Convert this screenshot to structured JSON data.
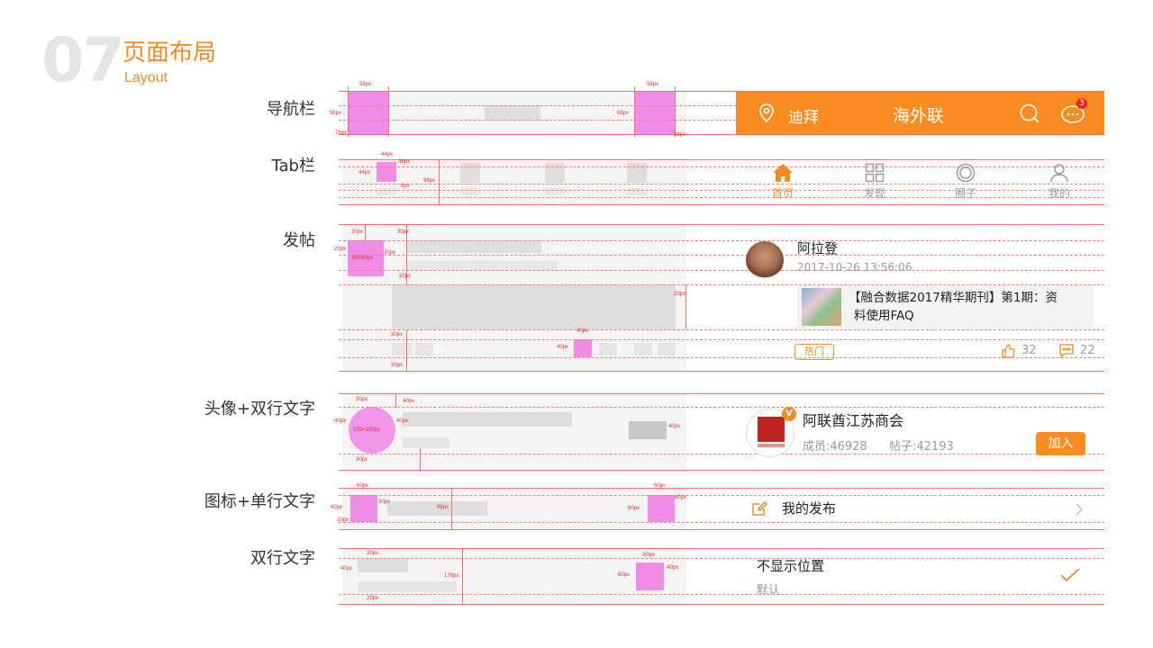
{
  "header": {
    "number": "07",
    "title": "页面布局",
    "subtitle": "Layout"
  },
  "row_labels": {
    "nav": "导航栏",
    "tab": "Tab栏",
    "post": "发帖",
    "avatar2": "头像+双行文字",
    "icon1": "图标+单行文字",
    "text2": "双行文字"
  },
  "nav": {
    "location": "迪拜",
    "title": "海外联",
    "badge": "3"
  },
  "tabs": [
    {
      "label": "首页"
    },
    {
      "label": "发现"
    },
    {
      "label": "圈子"
    },
    {
      "label": "我的"
    }
  ],
  "post": {
    "author": "阿拉登",
    "time": "2017-10-26 13:56:06",
    "article": "【融合数据2017精华期刊】第1期：资料使用FAQ",
    "article_line1": "【融合数据2017精华期刊】第1期：资",
    "article_line2": "料使用FAQ",
    "tag": "热门",
    "likes": "32",
    "comments": "22"
  },
  "group": {
    "name": "阿联酋江苏商会",
    "members": "成员:46928",
    "posts": "帖子:42193",
    "join": "加入"
  },
  "menu": {
    "label": "我的发布"
  },
  "setting": {
    "title": "不显示位置",
    "subtitle": "默认"
  },
  "dims": {
    "nav": [
      "58px",
      "58px",
      "98px",
      "78px",
      "68px",
      "28px"
    ],
    "tab": [
      "44px",
      "44px",
      "36px",
      "98px",
      "6px"
    ],
    "post": [
      "30px",
      "30px",
      "20px",
      "80×80px",
      "20px",
      "20px",
      "20px",
      "40px",
      "40px",
      "30px",
      "30px"
    ],
    "avatar": [
      "30px",
      "40px",
      "40px",
      "100×100px",
      "40px",
      "40px",
      "30px"
    ],
    "icon": [
      "60px",
      "60px",
      "88px",
      "60px",
      "60px",
      "60px",
      "30px",
      "20px"
    ],
    "text": [
      "20px",
      "40px",
      "178px",
      "60px",
      "60px",
      "40px",
      "20px"
    ]
  },
  "colors": {
    "accent": "#f08a24",
    "nav_bg": "#fa8b20",
    "guide": "#f07070",
    "placeholder": "#f08be8"
  }
}
